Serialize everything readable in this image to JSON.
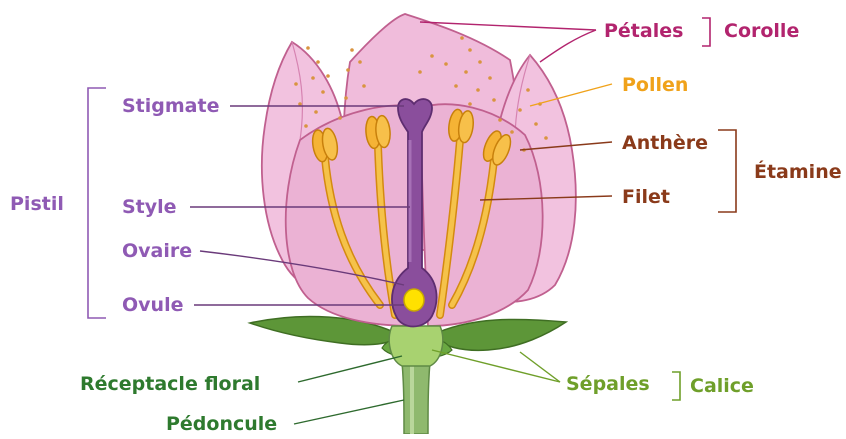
{
  "labels": {
    "petales": "Pétales",
    "corolle": "Corolle",
    "pollen": "Pollen",
    "anthere": "Anthère",
    "filet": "Filet",
    "etamine": "Étamine",
    "stigmate": "Stigmate",
    "style": "Style",
    "ovaire": "Ovaire",
    "ovule": "Ovule",
    "pistil": "Pistil",
    "receptacle": "Réceptacle floral",
    "pedoncule": "Pédoncule",
    "sepales": "Sépales",
    "calice": "Calice"
  },
  "colors": {
    "petal_fill": "#f2c2df",
    "petal_inner": "#e8a9cf",
    "petal_stroke": "#c0608f",
    "pistil": "#8a4e9c",
    "pistil_dark": "#6a347c",
    "stamen": "#f5b335",
    "stamen_stroke": "#d48a10",
    "ovule": "#ffe100",
    "sepal": "#5d9638",
    "receptacle": "#a8d270",
    "stem": "#7fa860",
    "pollen": "#d99440",
    "label_corolle": "#b2246e",
    "label_pollen": "#f0a21a",
    "label_etamine": "#8a3a1a",
    "label_pistil": "#8f5ab4",
    "label_green": "#2e7a2e",
    "label_calice": "#6f9f2a"
  }
}
